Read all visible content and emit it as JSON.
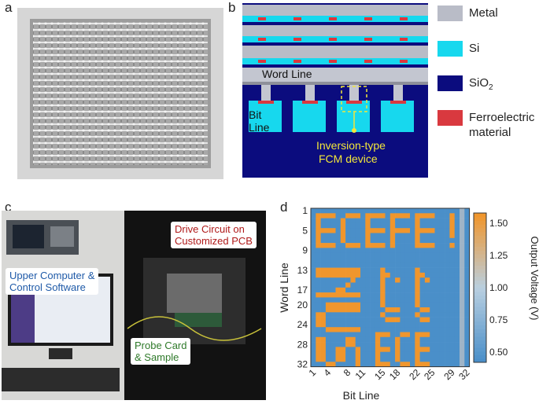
{
  "panels": {
    "a": {
      "label": "a"
    },
    "b": {
      "label": "b",
      "word_line": "Word Line",
      "bit_line_1": "Bit",
      "bit_line_2": "Line",
      "device_1": "Inversion-type",
      "device_2": "FCM device",
      "legend": [
        {
          "label": "Metal",
          "color": "#b9bcc7"
        },
        {
          "label": "Si",
          "color": "#17d8ee"
        },
        {
          "label": "SiO",
          "sub": "2",
          "color": "#0b0c7e"
        },
        {
          "label": "Ferroelectric",
          "label2": "material",
          "color": "#d9393f"
        }
      ]
    },
    "c": {
      "label": "c",
      "upper_1": "Upper Computer &",
      "upper_2": "Control Software",
      "drive_1": "Drive Circuit on",
      "drive_2": "Customized PCB",
      "probe_1": "Probe Card",
      "probe_2": "& Sample"
    },
    "d": {
      "label": "d"
    }
  },
  "chart_data": {
    "type": "heatmap",
    "xlabel": "Bit Line",
    "ylabel": "Word Line",
    "colorbar_label": "Output Voltage (V)",
    "x_ticks": [
      1,
      4,
      8,
      11,
      15,
      18,
      22,
      25,
      29,
      32
    ],
    "y_ticks": [
      1,
      5,
      9,
      13,
      17,
      20,
      24,
      28,
      32
    ],
    "colorbar_ticks": [
      0.5,
      0.75,
      1.0,
      1.25,
      1.5
    ],
    "colorbar_range": [
      0.42,
      1.58
    ],
    "rows": 32,
    "cols": 32,
    "low_value": 0.48,
    "high_value": 1.52,
    "text_rows_1_to_9": "ECEFE!",
    "text_rows_13_32_left_rotated": "SUN",
    "text_rows_13_24_right": "NUS",
    "text_rows_26_32_right": "ECE!",
    "colors": {
      "low": "#4a8fc9",
      "mid": "#b9cfe0",
      "high": "#f0962d"
    }
  }
}
